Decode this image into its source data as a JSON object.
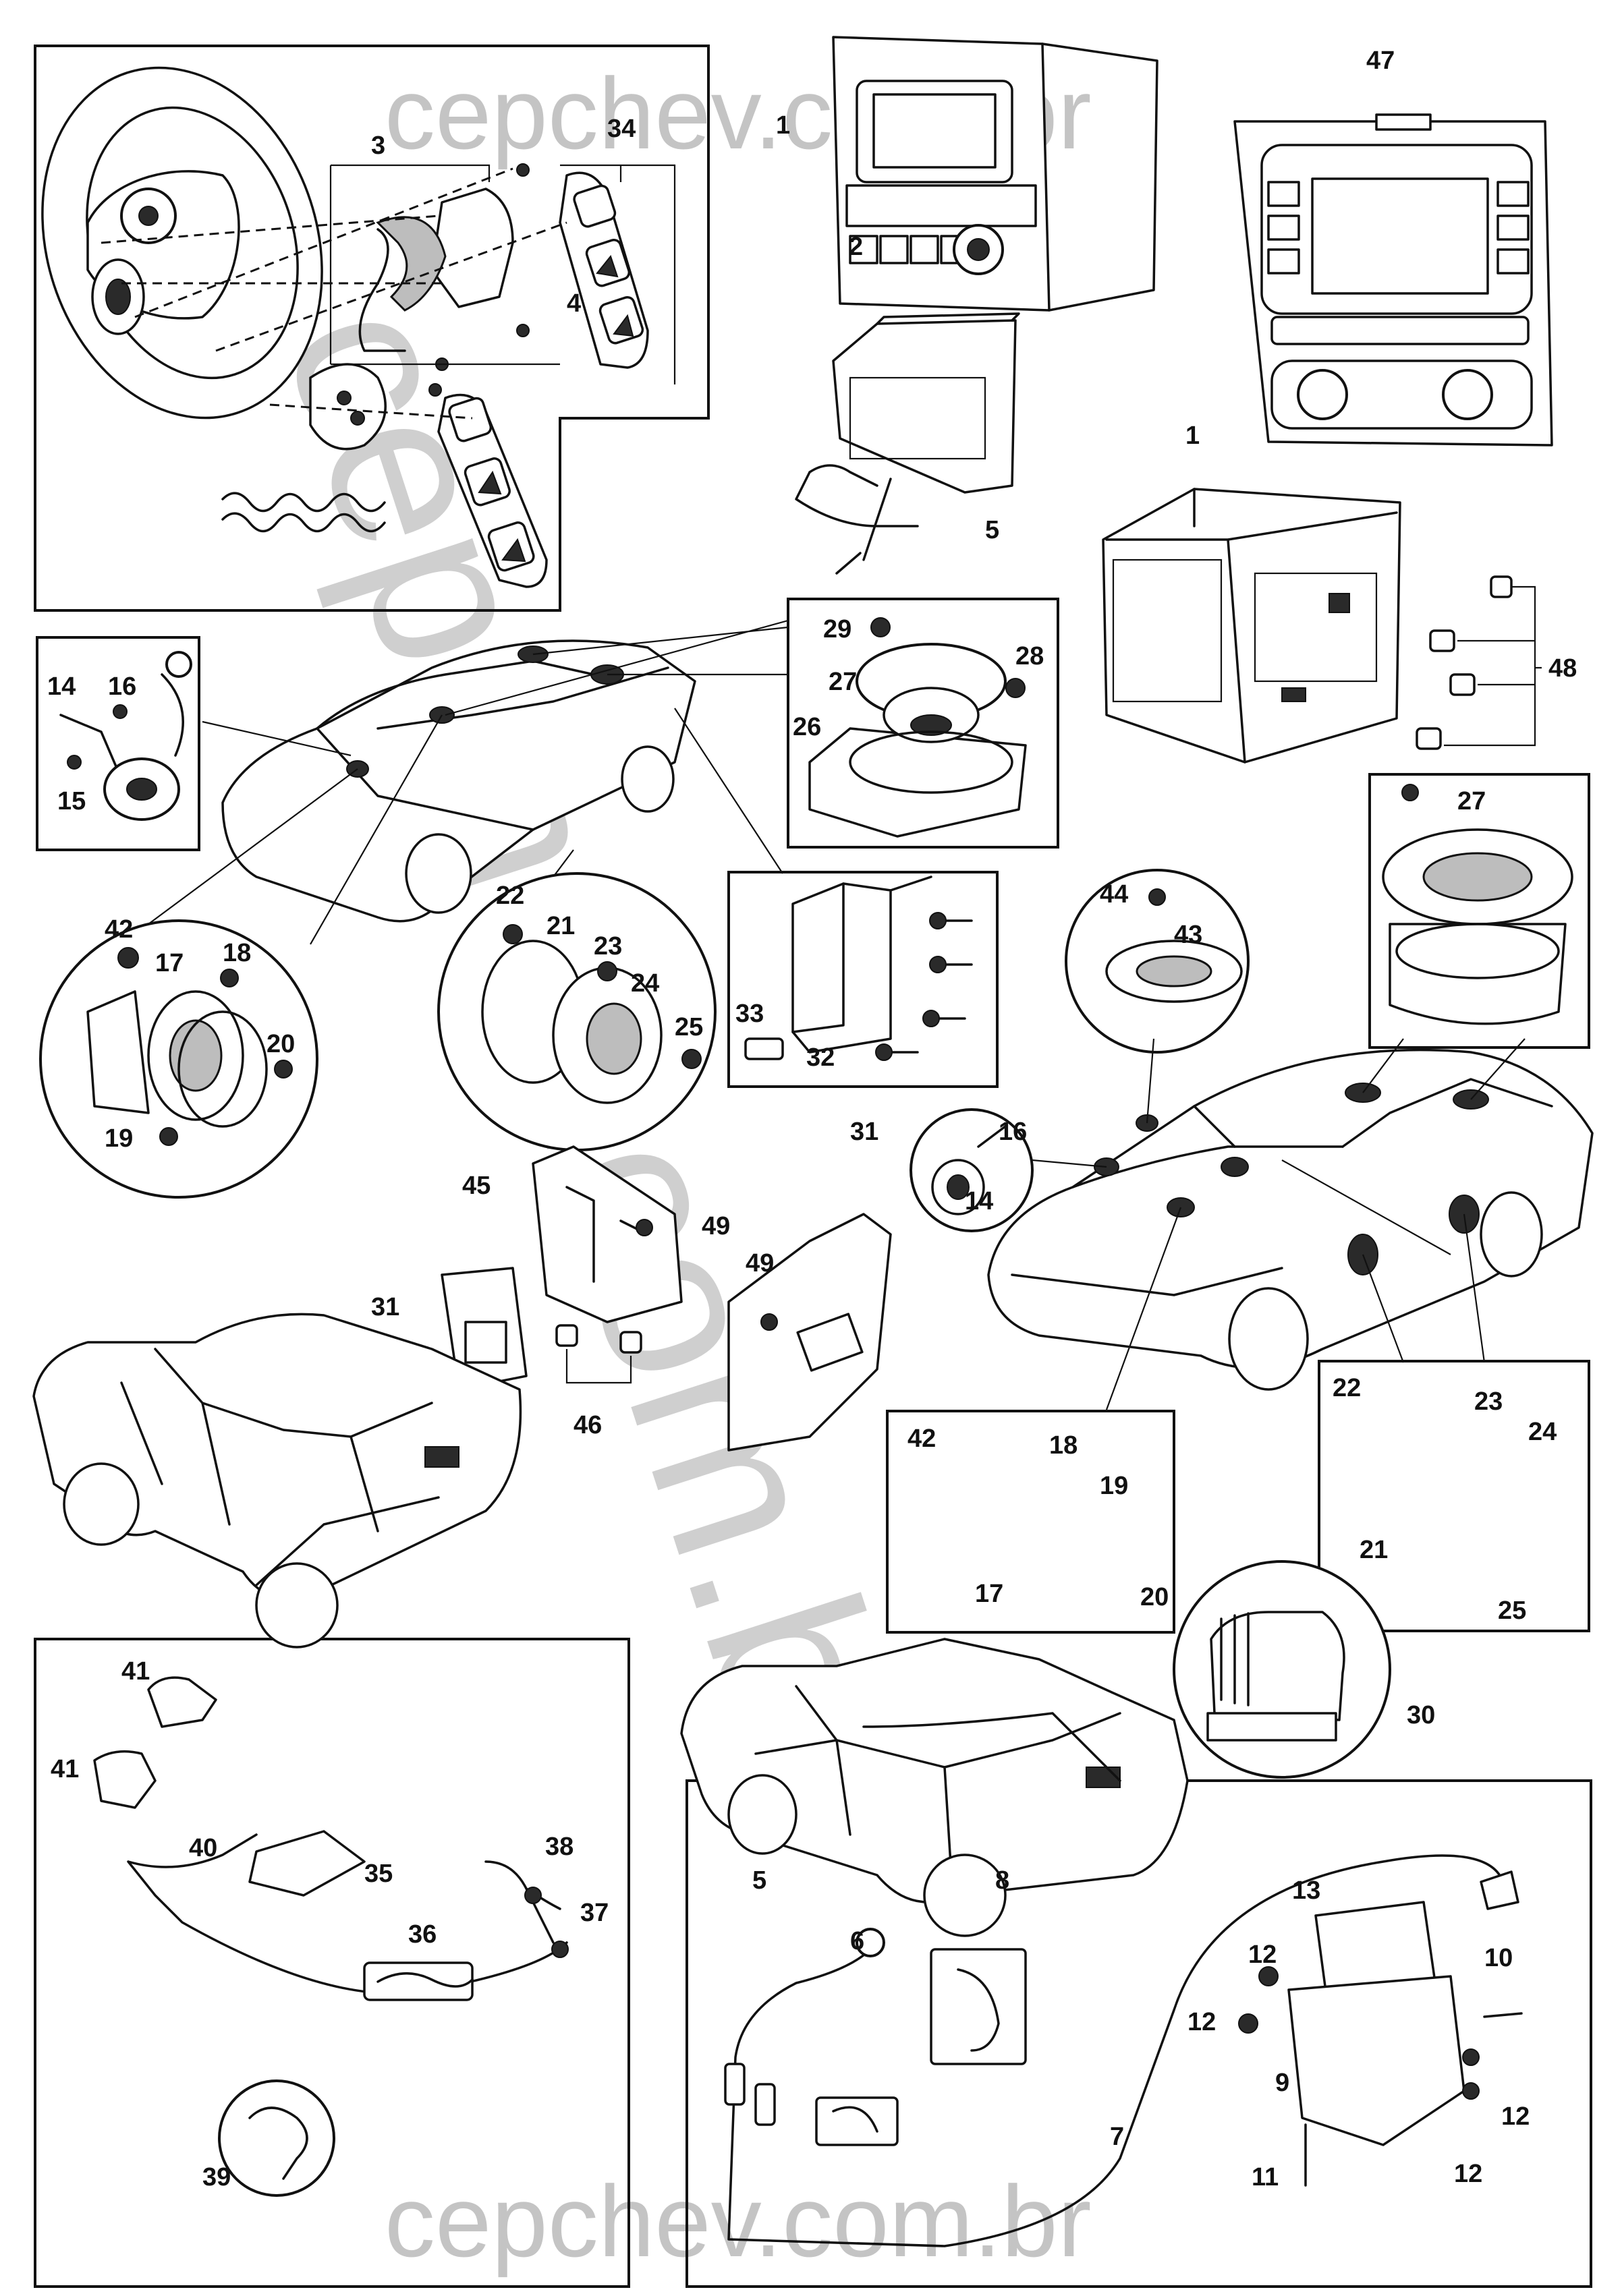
{
  "watermark": {
    "top": "cepchev.com.br",
    "bottom": "cepchev.com.br",
    "diagonal": "cepchev.com.br"
  },
  "callouts": {
    "c1a": "1",
    "c2": "2",
    "c3": "3",
    "c34": "34",
    "c4": "4",
    "c47": "47",
    "c5a": "5",
    "c1b": "1",
    "c48": "48",
    "c14a": "14",
    "c16a": "16",
    "c15": "15",
    "c29": "29",
    "c28": "28",
    "c27a": "27",
    "c26": "26",
    "c27b": "27",
    "c42a": "42",
    "c17a": "17",
    "c18a": "18",
    "c20a": "20",
    "c19a": "19",
    "c22a": "22",
    "c21a": "21",
    "c23a": "23",
    "c24a": "24",
    "c25a": "25",
    "c33": "33",
    "c32": "32",
    "c31a": "31",
    "c44": "44",
    "c43": "43",
    "c16b": "16",
    "c14b": "14",
    "c45": "45",
    "c49a": "49",
    "c49b": "49",
    "c31b": "31",
    "c46": "46",
    "c42b": "42",
    "c18b": "18",
    "c19b": "19",
    "c17b": "17",
    "c20b": "20",
    "c22b": "22",
    "c23b": "23",
    "c24b": "24",
    "c21b": "21",
    "c25b": "25",
    "c30": "30",
    "c41a": "41",
    "c41b": "41",
    "c40": "40",
    "c35": "35",
    "c36": "36",
    "c38": "38",
    "c37": "37",
    "c39": "39",
    "c5b": "5",
    "c6": "6",
    "c8": "8",
    "c7": "7",
    "c13": "13",
    "c12a": "12",
    "c12b": "12",
    "c10": "10",
    "c9": "9",
    "c12c": "12",
    "c11": "11",
    "c12d": "12"
  }
}
